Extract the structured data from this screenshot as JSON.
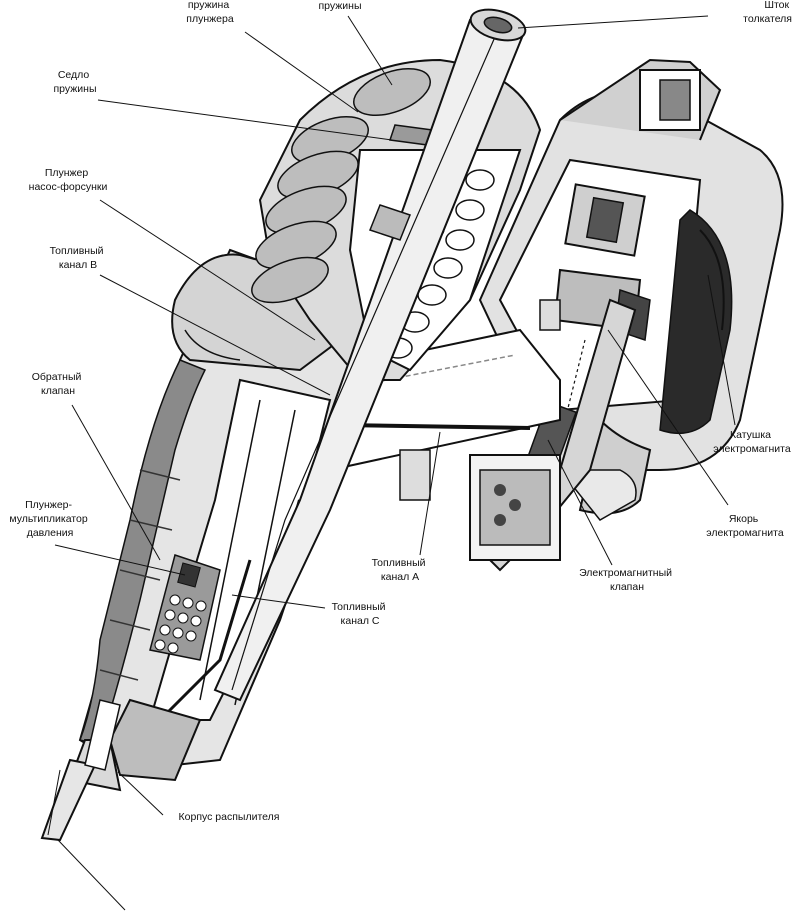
{
  "diagram": {
    "labels": {
      "plunger_spring": [
        "пружина",
        "плунжера"
      ],
      "spring_top": [
        "пружины"
      ],
      "pusher_rod": [
        "Шток",
        "толкателя"
      ],
      "spring_seat": [
        "Седло",
        "пружины"
      ],
      "injector_plunger": [
        "Плунжер",
        "насос-форсунки"
      ],
      "fuel_channel_b": [
        "Топливный",
        "канал В"
      ],
      "check_valve": [
        "Обратный",
        "клапан"
      ],
      "pressure_multiplier": [
        "Плунжер-",
        "мультипликатор",
        "давления"
      ],
      "coil": [
        "Катушка",
        "электромагнита"
      ],
      "armature": [
        "Якорь",
        "электромагнита"
      ],
      "fuel_channel_a": [
        "Топливный",
        "канал А"
      ],
      "solenoid_valve": [
        "Электромагнитный",
        "клапан"
      ],
      "fuel_channel_c": [
        "Топливный",
        "канал С"
      ],
      "nozzle_body": [
        "Корпус распылителя"
      ]
    }
  }
}
